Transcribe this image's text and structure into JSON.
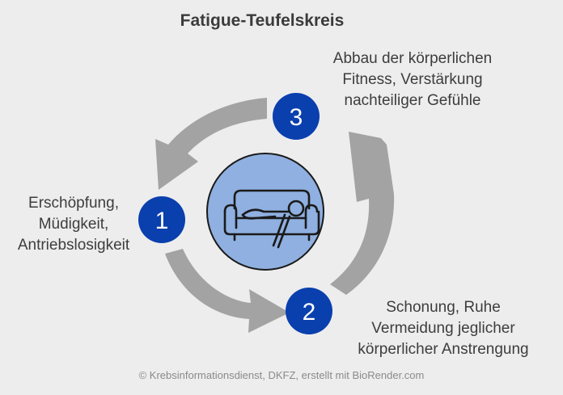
{
  "title": "Fatigue-Teufelskreis",
  "steps": [
    {
      "number": "1",
      "lines": [
        "Erschöpfung,",
        "Müdigkeit,",
        "Antriebslosigkeit"
      ]
    },
    {
      "number": "2",
      "lines": [
        "Schonung, Ruhe",
        "Vermeidung jeglicher",
        "körperlicher Anstrengung"
      ]
    },
    {
      "number": "3",
      "lines": [
        "Abbau der körperlichen",
        "Fitness, Verstärkung",
        "nachteiliger Gefühle"
      ]
    }
  ],
  "credit": "© Krebsinformationsdienst, DKFZ, erstellt mit BioRender.com",
  "colors": {
    "background": "#ededed",
    "badge": "#0a3fae",
    "center_circle": "#8fb0e0",
    "arrow": "#a3a3a3",
    "icon_stroke": "#1a1a1a"
  },
  "icons": {
    "center": "person-lying-on-sofa-icon",
    "cycle_arrows": "curved-arrow-icon"
  }
}
